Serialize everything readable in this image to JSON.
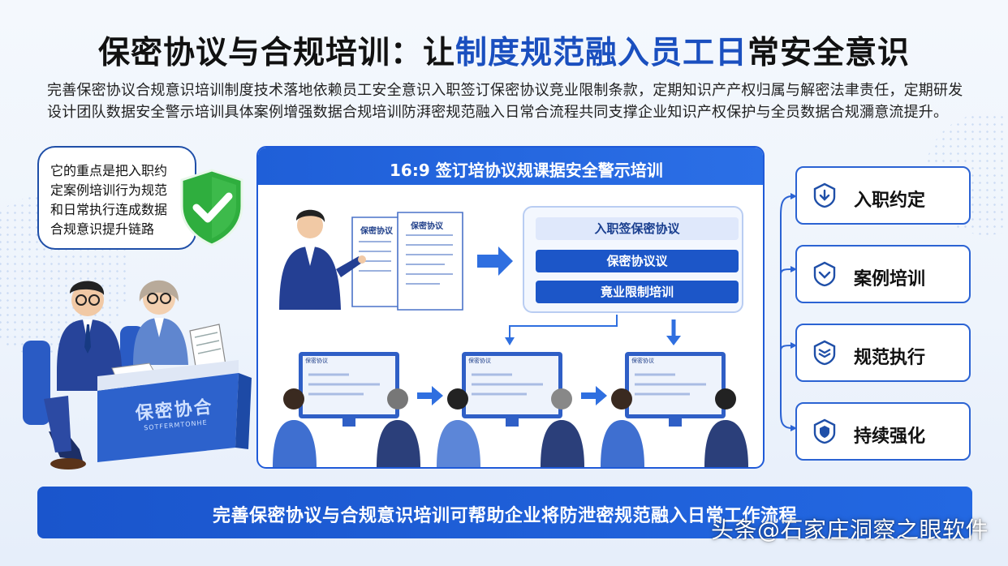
{
  "title": {
    "part1": "保密协议与合规培训：让",
    "highlight": "制度规范融入员工日",
    "part2": "常安全意识"
  },
  "intro": "完善保密协议合规意识培训制度技术落地依赖员工安全意识入职签订保密协议竞业限制条款，定期知识产产权归属与解密法聿责任，定期研发设计团队数据安全警示培训具体案例增强数据合规培训防湃密规范融入日常合流程共同支撑企业知识产权保护与全员数据合规瀰意流提升。",
  "bubble": {
    "text": "它的重点是把入职约\n定案例培训行为规范\n和日常执行连成数据\n合规意识提升链路"
  },
  "scene": {
    "desk_sign_main": "保密协合",
    "desk_sign_sub": "SOTFERMTONHE"
  },
  "panel": {
    "header": "16:9 签订培协议规课据安全警示培训",
    "doc1_title": "保密协议",
    "doc2_title": "保密协议",
    "steps": [
      "入职签保密协议",
      "保密协议议",
      "竟业限制培训"
    ],
    "monitor_title": "保密协议"
  },
  "sidebar": {
    "items": [
      {
        "label": "入职约定",
        "icon": "download-shield-icon"
      },
      {
        "label": "案例培训",
        "icon": "arrow-down-shield-icon"
      },
      {
        "label": "规范执行",
        "icon": "layers-shield-icon"
      },
      {
        "label": "持续强化",
        "icon": "security-shield-icon"
      }
    ]
  },
  "bottom_banner": "完善保密协议与合规意识培训可帮助企业将防泄密规范融入日常工作流程",
  "watermark": "头条@石家庄洞察之眼软件",
  "colors": {
    "accent": "#1f5ad8",
    "highlight_text": "#1a4fbf",
    "shield_green": "#2fae3e"
  }
}
